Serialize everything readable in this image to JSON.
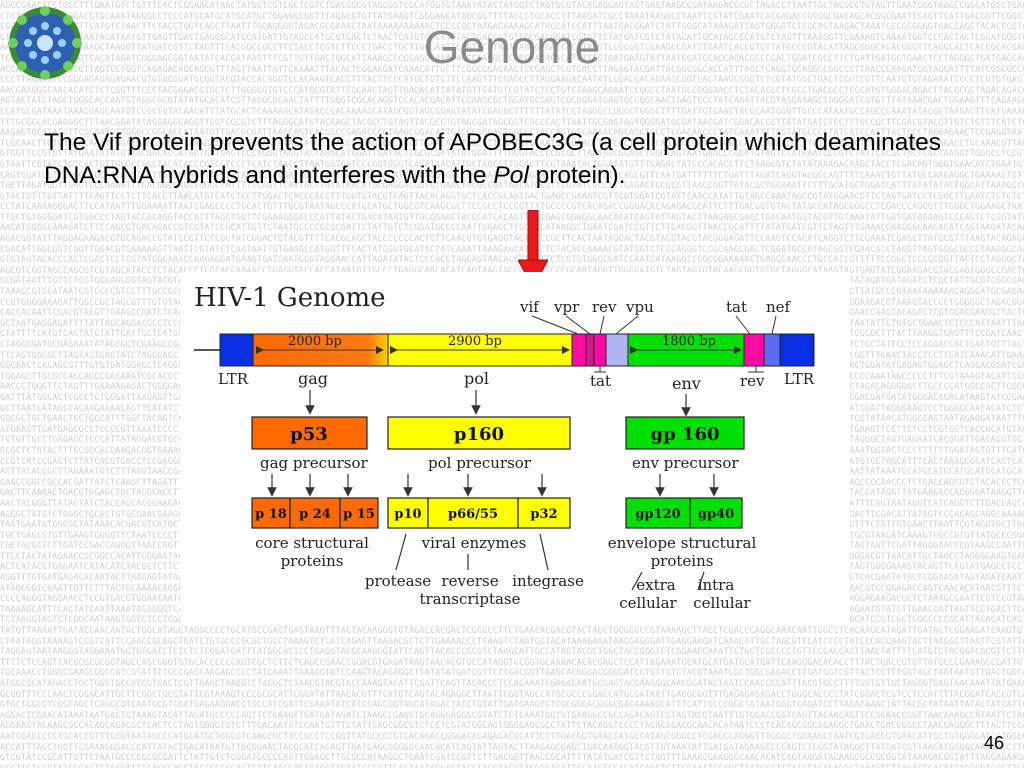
{
  "slide": {
    "title": "Genome",
    "body_before": "The Vif protein prevents the action of APOBEC3G (a cell protein which deaminates DNA:RNA hybrids and interferes with the ",
    "body_italic": "Pol",
    "body_after": " protein).",
    "page_number": "46"
  },
  "figure": {
    "title": "HIV-1 Genome",
    "ltr_left": "LTR",
    "ltr_right": "LTR",
    "segments": {
      "gag_size": "2000 bp",
      "pol_size": "2900 bp",
      "env_size": "1800 bp"
    },
    "gene_labels": {
      "vif": "vif",
      "vpr": "vpr",
      "rev_top": "rev",
      "vpu": "vpu",
      "tat_top": "tat",
      "nef": "nef",
      "tat_bottom": "tat",
      "rev_bottom": "rev",
      "gag": "gag",
      "pol": "pol",
      "env": "env"
    },
    "precursors": {
      "p53": "p53",
      "p160": "p160",
      "gp160": "gp 160",
      "gag_caption": "gag precursor",
      "pol_caption": "pol precursor",
      "env_caption": "env precursor"
    },
    "products": {
      "p18": "p 18",
      "p24": "p 24",
      "p15": "p 15",
      "p10": "p10",
      "p66": "p66/55",
      "p32": "p32",
      "gp120": "gp120",
      "gp40": "gp40"
    },
    "captions": {
      "core1": "core structural",
      "core2": "proteins",
      "viral": "viral enzymes",
      "protease": "protease",
      "reverse1": "reverse",
      "reverse2": "transcriptase",
      "integrase": "integrase",
      "env1": "envelope structural",
      "env2": "proteins",
      "extra1": "extra",
      "extra2": "cellular",
      "intra1": "intra",
      "intra2": "cellular"
    }
  },
  "colors": {
    "ltr": "#0a2ee6",
    "gag": "#ff6a00",
    "pol": "#ffff00",
    "accessory": "#ff0aa5",
    "env": "#00e000",
    "arrow": "#e8191b"
  }
}
